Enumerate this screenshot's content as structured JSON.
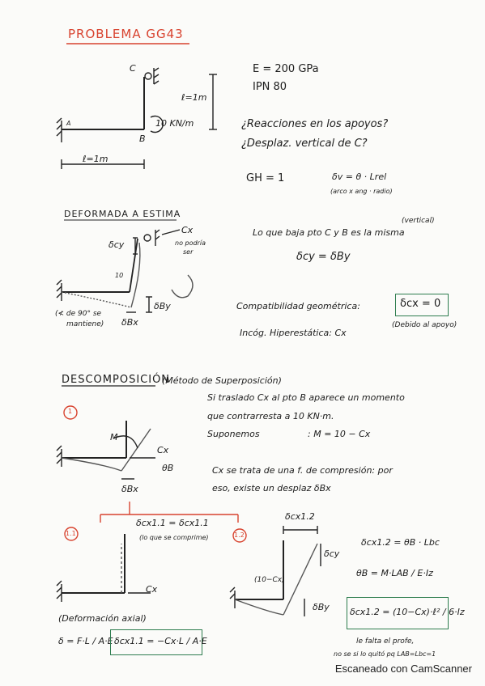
{
  "title": "PROBLEMA GG43",
  "figure1": {
    "label_C": "C",
    "label_A": "A",
    "label_B": "B",
    "moment": "10 KN/m",
    "height": "ℓ=1m",
    "length": "ℓ=1m"
  },
  "data": {
    "modulus": "E = 200 GPa",
    "profile": "IPN 80",
    "q1": "¿Reacciones en los apoyos?",
    "q2": "¿Desplaz. vertical de C?",
    "gh": "GH = 1",
    "formula": "δv = θ · Lrel",
    "formula_note": "(arco x ang · radio)"
  },
  "deformada": {
    "heading": "DEFORMADA A ESTIMA",
    "cx": "Cx",
    "dcy": "δcy",
    "no_podria": "no podría",
    "ser": "ser",
    "ten": "10",
    "dby": "δBy",
    "dbx": "δBx",
    "angle_note1": "(≮ de 90° se",
    "angle_note2": "mantiene)",
    "vertical_note": "(vertical)",
    "same_drop": "Lo que baja pto C y B es la misma",
    "eq": "δcy = δBy",
    "compat": "Compatibilidad geométrica:",
    "compat_eq": "δcx = 0",
    "compat_note": "(Debido al apoyo)",
    "incog": "Incóg. Hiperestática: Cx"
  },
  "descomposicion": {
    "heading": "DESCOMPOSICIÓN",
    "method": "(Método de Superposición)",
    "step1": "1",
    "line1": "Si traslado Cx al pto B aparece un momento",
    "line2": "que contrarresta a 10 KN·m.",
    "line3": "Suponemos",
    "line3b": ": M = 10 − Cx",
    "line4": "Cx se trata de una f. de compresión: por",
    "line5": "eso, existe un desplaz δBx",
    "fig_M": "M",
    "fig_Cx": "Cx",
    "fig_theta": "θB",
    "fig_dbx": "δBx",
    "split_eq": "δcx1.1 = δcx1.1",
    "split_note": "(lo que se comprime)",
    "sub11": "1.1",
    "sub12": "1.2",
    "fig11_cx": "Cx",
    "axial": "(Deformación axial)",
    "axial_eq": "δ = F·L / A·E",
    "axial_result": "δcx1.1 = −Cx·L / A·E",
    "fig12_top": "δcx1.2",
    "fig12_dcy": "δcy",
    "fig12_m": "(10−Cx)",
    "fig12_dby": "δBy",
    "eq12a": "δcx1.2 = θB · Lbc",
    "eq12b": "θB = M·LAB / E·Iz",
    "eq12c": "δcx1.2 = (10−Cx)·ℓ² / 6·Iz",
    "note_a": "le falta el profe,",
    "note_b": "no se si lo quitó pq LAB=Lbc=1"
  },
  "footer": "Escaneado con CamScanner"
}
